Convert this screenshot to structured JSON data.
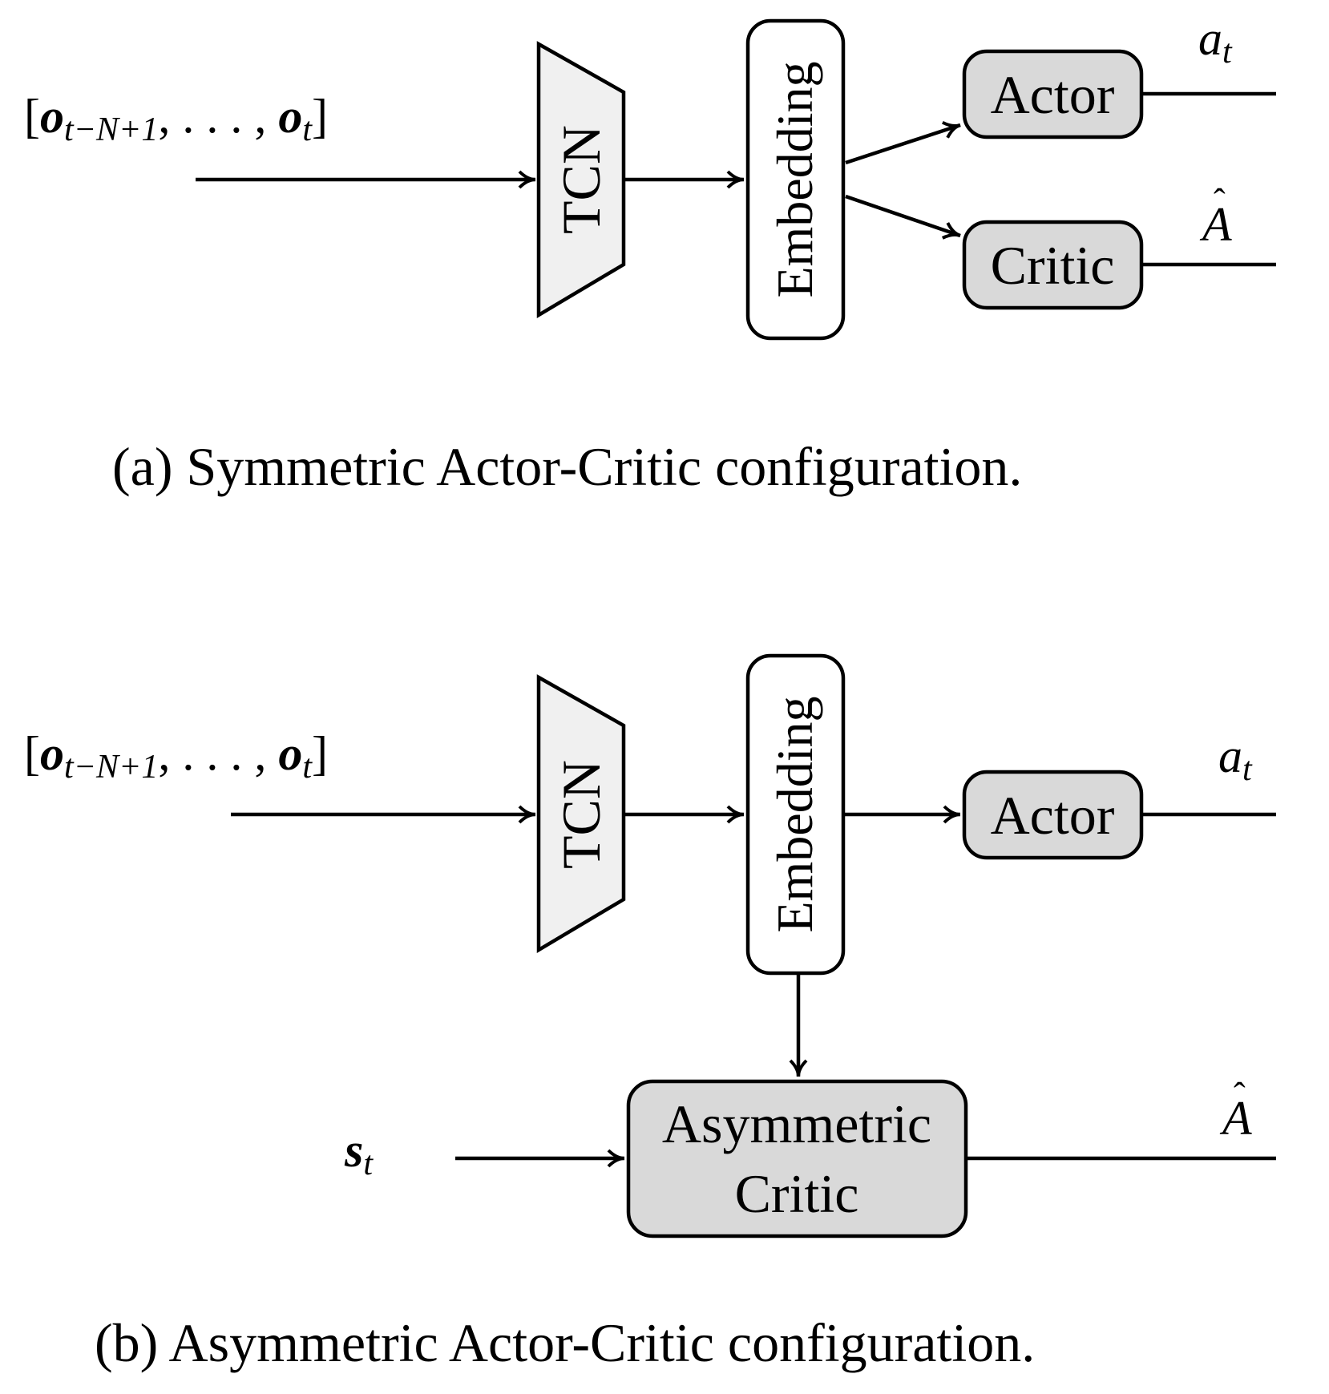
{
  "panel_a": {
    "input_label": "[o_{t−N+1}, …, o_t]",
    "tcn_label": "TCN",
    "embedding_label": "Embedding",
    "actor_label": "Actor",
    "critic_label": "Critic",
    "actor_output": "a_t",
    "critic_output": "Â",
    "caption": "(a) Symmetric Actor-Critic configuration."
  },
  "panel_b": {
    "input_label": "[o_{t−N+1}, …, o_t]",
    "tcn_label": "TCN",
    "embedding_label": "Embedding",
    "actor_label": "Actor",
    "critic_line1": "Asymmetric",
    "critic_line2": "Critic",
    "state_input": "s_t",
    "actor_output": "a_t",
    "critic_output": "Â",
    "caption": "(b) Asymmetric Actor-Critic configuration."
  },
  "colors": {
    "block_gray": "#d9d9d9",
    "trapezoid_fill": "#f0f0f0",
    "stroke": "#000000"
  }
}
